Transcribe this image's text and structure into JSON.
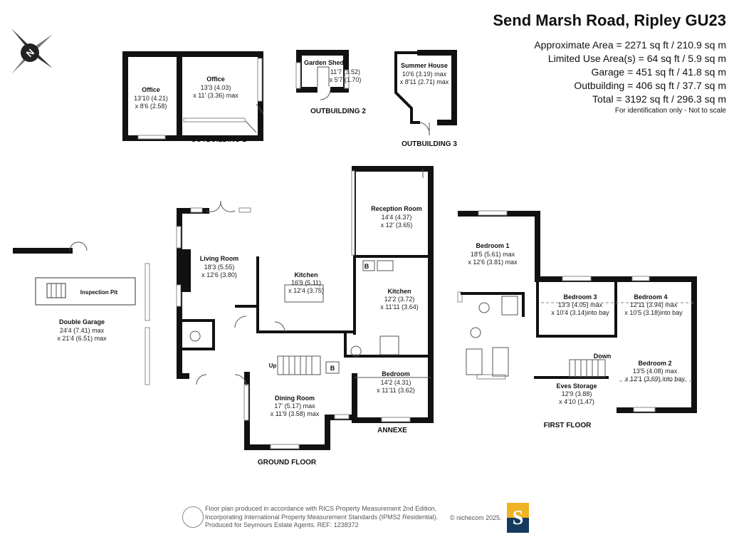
{
  "header": {
    "title": "Send Marsh Road, Ripley GU23",
    "areas": [
      "Approximate Area = 2271 sq ft / 210.9 sq m",
      "Limited Use Area(s) = 64 sq ft / 5.9 sq m",
      "Garage = 451 sq ft / 41.8 sq m",
      "Outbuilding = 406 sq ft / 37.7 sq m",
      "Total = 3192 sq ft / 296.3 sq m"
    ],
    "note": "For identification only - Not to scale"
  },
  "compass": {
    "label": "N"
  },
  "outbuildings": {
    "ob1_label": "OUTBUILDING 1",
    "ob2_label": "OUTBUILDING 2",
    "ob3_label": "OUTBUILDING 3",
    "rooms": [
      {
        "name": "Office",
        "dim1": "13'10 (4.21)",
        "dim2": "x 8'6 (2.58)"
      },
      {
        "name": "Office",
        "dim1": "13'3 (4.03)",
        "dim2": "x 11' (3.36) max"
      },
      {
        "name": "Garden Shed",
        "dim1": "11'7 (3.52)",
        "dim2": "x 5'7 (1.70)"
      },
      {
        "name": "Summer House",
        "dim1": "10'6 (3.19) max",
        "dim2": "x 8'11 (2.71) max"
      }
    ]
  },
  "garage": {
    "inspection_pit": "Inspection Pit",
    "name": "Double Garage",
    "dim1": "24'4 (7.41) max",
    "dim2": "x 21'4 (6.51) max"
  },
  "ground_floor": {
    "label": "GROUND FLOOR",
    "annexe_label": "ANNEXE",
    "up": "Up",
    "boiler": "B",
    "rooms": [
      {
        "name": "Living Room",
        "dim1": "18'3 (5.55)",
        "dim2": "x 12'6 (3.80)"
      },
      {
        "name": "Kitchen",
        "dim1": "16'9 (5.11)",
        "dim2": "x 12'4 (3.75)"
      },
      {
        "name": "Reception Room",
        "dim1": "14'4 (4.37)",
        "dim2": "x 12' (3.65)"
      },
      {
        "name": "Kitchen",
        "dim1": "12'2 (3.72)",
        "dim2": "x 11'11 (3.64)"
      },
      {
        "name": "Bedroom",
        "dim1": "14'2 (4.31)",
        "dim2": "x 11'11 (3.62)"
      },
      {
        "name": "Dining Room",
        "dim1": "17' (5.17) max",
        "dim2": "x 11'9 (3.58) max"
      }
    ]
  },
  "first_floor": {
    "label": "FIRST FLOOR",
    "down": "Down",
    "rooms": [
      {
        "name": "Bedroom 1",
        "dim1": "18'5 (5.61) max",
        "dim2": "x 12'6 (3.81) max"
      },
      {
        "name": "Bedroom 3",
        "dim1": "13'3 (4.05) max",
        "dim2": "x 10'4 (3.14)into bay"
      },
      {
        "name": "Bedroom 4",
        "dim1": "12'11 (3.94) max",
        "dim2": "x 10'5 (3.18)into bay"
      },
      {
        "name": "Bedroom 2",
        "dim1": "13'5 (4.08) max",
        "dim2": "x 12'1 (3.69) into bay"
      },
      {
        "name": "Eves Storage",
        "dim1": "12'9 (3.88)",
        "dim2": "x 4'10 (1.47)"
      }
    ]
  },
  "footer": {
    "lines": [
      "Floor plan produced in accordance with RICS Property Measurement 2nd Edition,",
      "Incorporating International Property Measurement Standards (IPMS2 Residential).",
      "Produced for Seymours Estate Agents.   REF: 1238372"
    ],
    "copyright": "© nichecom 2025.",
    "logo_letter": "S"
  }
}
